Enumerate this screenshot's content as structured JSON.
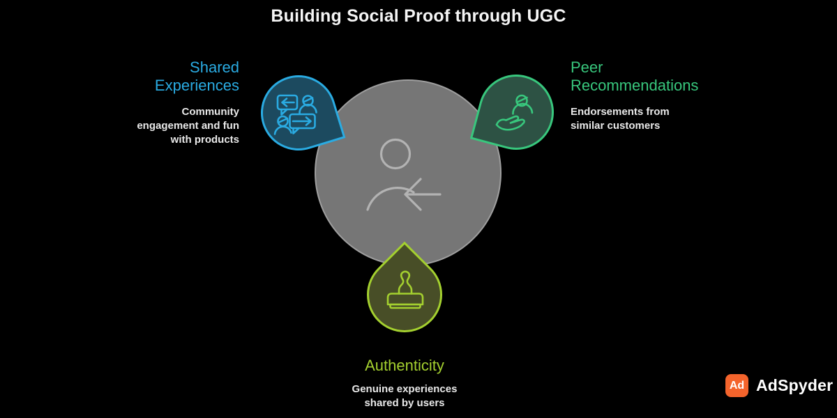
{
  "title": "Building Social Proof through UGC",
  "center_node": {
    "icon": "user with incoming arrow",
    "fill": "#767676",
    "border_color": "#9f9f9f",
    "icon_color": "#b3b3b3"
  },
  "nodes": [
    {
      "id": "shared-experiences",
      "label": "Shared\nExperiences",
      "description": "Community\nengagement and fun\nwith products",
      "accent": "#2aabe2",
      "fill": "#1c4a5f",
      "icon": "conversation"
    },
    {
      "id": "peer-recommendations",
      "label": "Peer\nRecommendations",
      "description": "Endorsements from\nsimilar customers",
      "accent": "#38c77d",
      "fill": "#2d5244",
      "icon": "hand holding person"
    },
    {
      "id": "authenticity",
      "label": "Authenticity",
      "description": "Genuine experiences\nshared by users",
      "accent": "#a4d02f",
      "fill": "#484e27",
      "icon": "approval stamp"
    }
  ],
  "branding": {
    "logo_letters": "Ad",
    "name": "AdSpyder",
    "logo_bg": "#f4642c"
  }
}
